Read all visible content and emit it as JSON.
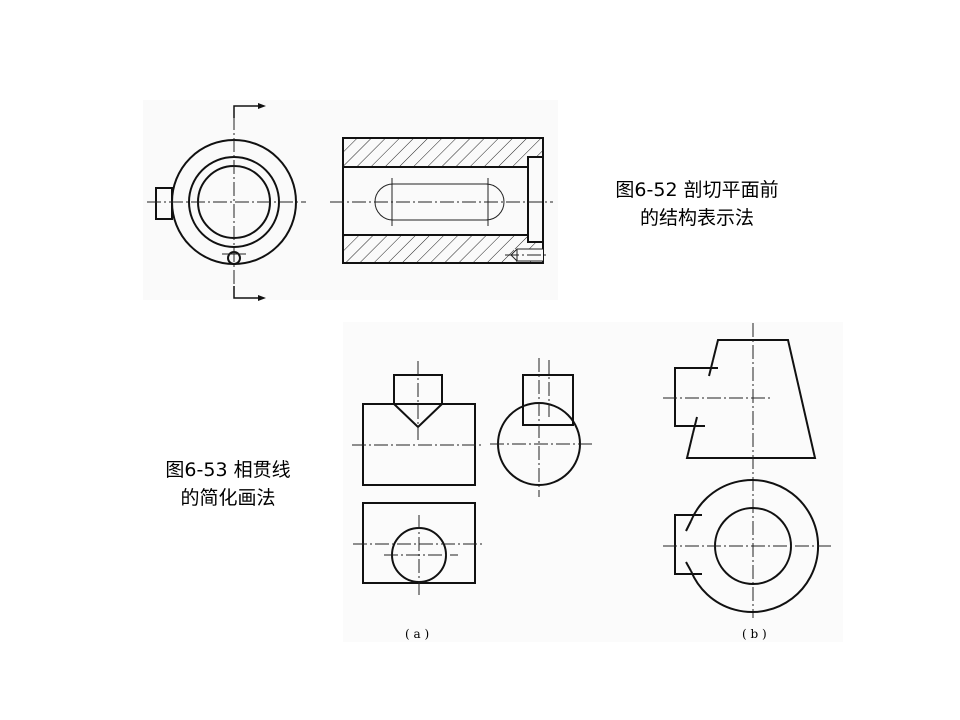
{
  "figure_52": {
    "caption_line1": "图6-52  剖切平面前",
    "caption_line2": "的结构表示法"
  },
  "figure_53": {
    "caption_line1": "图6-53  相贯线",
    "caption_line2": "的简化画法",
    "label_a": "( a )",
    "label_b": "( b )"
  }
}
